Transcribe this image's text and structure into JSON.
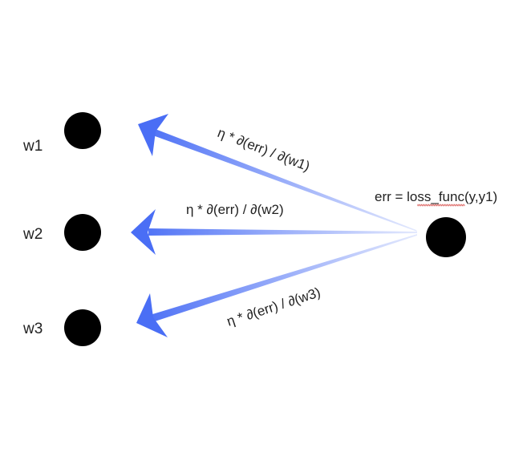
{
  "diagram": {
    "output_node": {
      "label": "err = loss_func(y,y1)"
    },
    "weight_nodes": [
      {
        "label": "w1",
        "gradient_label": "η * ∂(err) / ∂(w1)"
      },
      {
        "label": "w2",
        "gradient_label": "η * ∂(err) / ∂(w2)"
      },
      {
        "label": "w3",
        "gradient_label": "η * ∂(err) / ∂(w3)"
      }
    ],
    "colors": {
      "node": "#000000",
      "arrow": "#4a6ef5",
      "squiggle": "#d9534f"
    }
  }
}
